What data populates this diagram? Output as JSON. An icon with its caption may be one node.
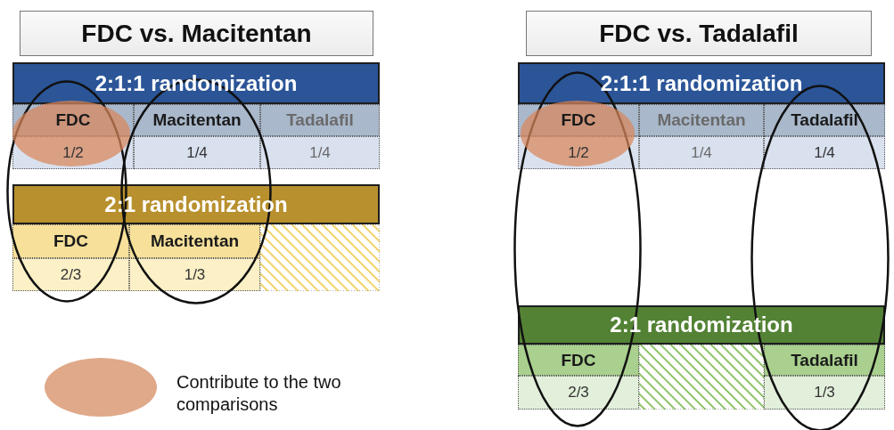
{
  "diagram": {
    "nodes": [
      {
        "text": [
          "FDC vs. Macitentan"
        ]
      },
      {
        "text": [
          "FDC vs. Tadalafil"
        ]
      },
      {
        "text": [
          "2:1:1 randomization"
        ]
      },
      {
        "text": [
          "2:1 randomization"
        ]
      },
      {
        "text": [
          "2:1:1 randomization"
        ]
      },
      {
        "text": [
          "2:1 randomization"
        ]
      },
      {
        "text": [],
        "shape": "ellipse"
      },
      {
        "text": [],
        "shape": "ellipse",
        "in": 6
      },
      {
        "text": [],
        "shape": "ellipse"
      },
      {
        "text": [],
        "shape": "ellipse"
      },
      {
        "text": [],
        "shape": "ellipse",
        "in": 9
      },
      {
        "text": [],
        "shape": "ellipse"
      }
    ],
    "edges": [],
    "labels": [
      "FDC",
      "Macitentan",
      "Tadalafil",
      "1/2",
      "1/4",
      "1/4",
      "FDC",
      "Macitentan",
      "2/3",
      "1/3",
      "FDC",
      "Macitentan",
      "Tadalafil",
      "1/2",
      "1/4",
      "1/4",
      "FDC",
      "Tadalafil",
      "2/3",
      "1/3"
    ],
    "legend": [
      {
        "text": "Contribute to the two comparisons",
        "color": "#dfa98a"
      }
    ]
  }
}
